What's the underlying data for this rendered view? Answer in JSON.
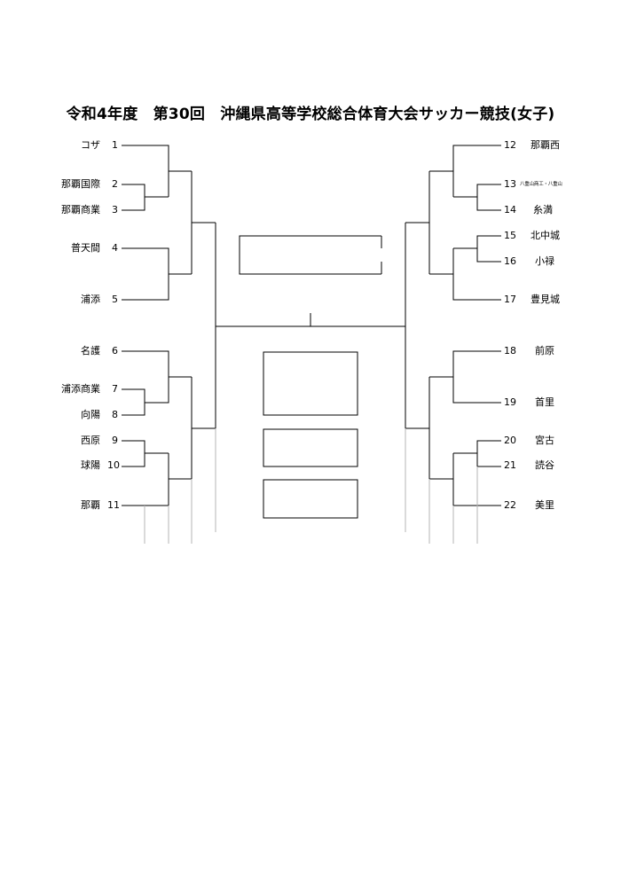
{
  "title": "令和4年度　第30回　沖縄県高等学校総合体育大会サッカー競技(女子)",
  "left_teams": [
    {
      "name": "コザ",
      "seed": "1"
    },
    {
      "name": "那覇国際",
      "seed": "2"
    },
    {
      "name": "那覇商業",
      "seed": "3"
    },
    {
      "name": "普天間",
      "seed": "4"
    },
    {
      "name": "浦添",
      "seed": "5"
    },
    {
      "name": "名護",
      "seed": "6"
    },
    {
      "name": "浦添商業",
      "seed": "7"
    },
    {
      "name": "向陽",
      "seed": "8"
    },
    {
      "name": "西原",
      "seed": "9"
    },
    {
      "name": "球陽",
      "seed": "10"
    },
    {
      "name": "那覇",
      "seed": "11"
    }
  ],
  "right_teams": [
    {
      "name": "那覇西",
      "seed": "12"
    },
    {
      "name": "八重山商工・八重山",
      "seed": "13"
    },
    {
      "name": "糸満",
      "seed": "14"
    },
    {
      "name": "北中城",
      "seed": "15"
    },
    {
      "name": "小禄",
      "seed": "16"
    },
    {
      "name": "豊見城",
      "seed": "17"
    },
    {
      "name": "前原",
      "seed": "18"
    },
    {
      "name": "首里",
      "seed": "19"
    },
    {
      "name": "宮古",
      "seed": "20"
    },
    {
      "name": "読谷",
      "seed": "21"
    },
    {
      "name": "美里",
      "seed": "22"
    }
  ]
}
